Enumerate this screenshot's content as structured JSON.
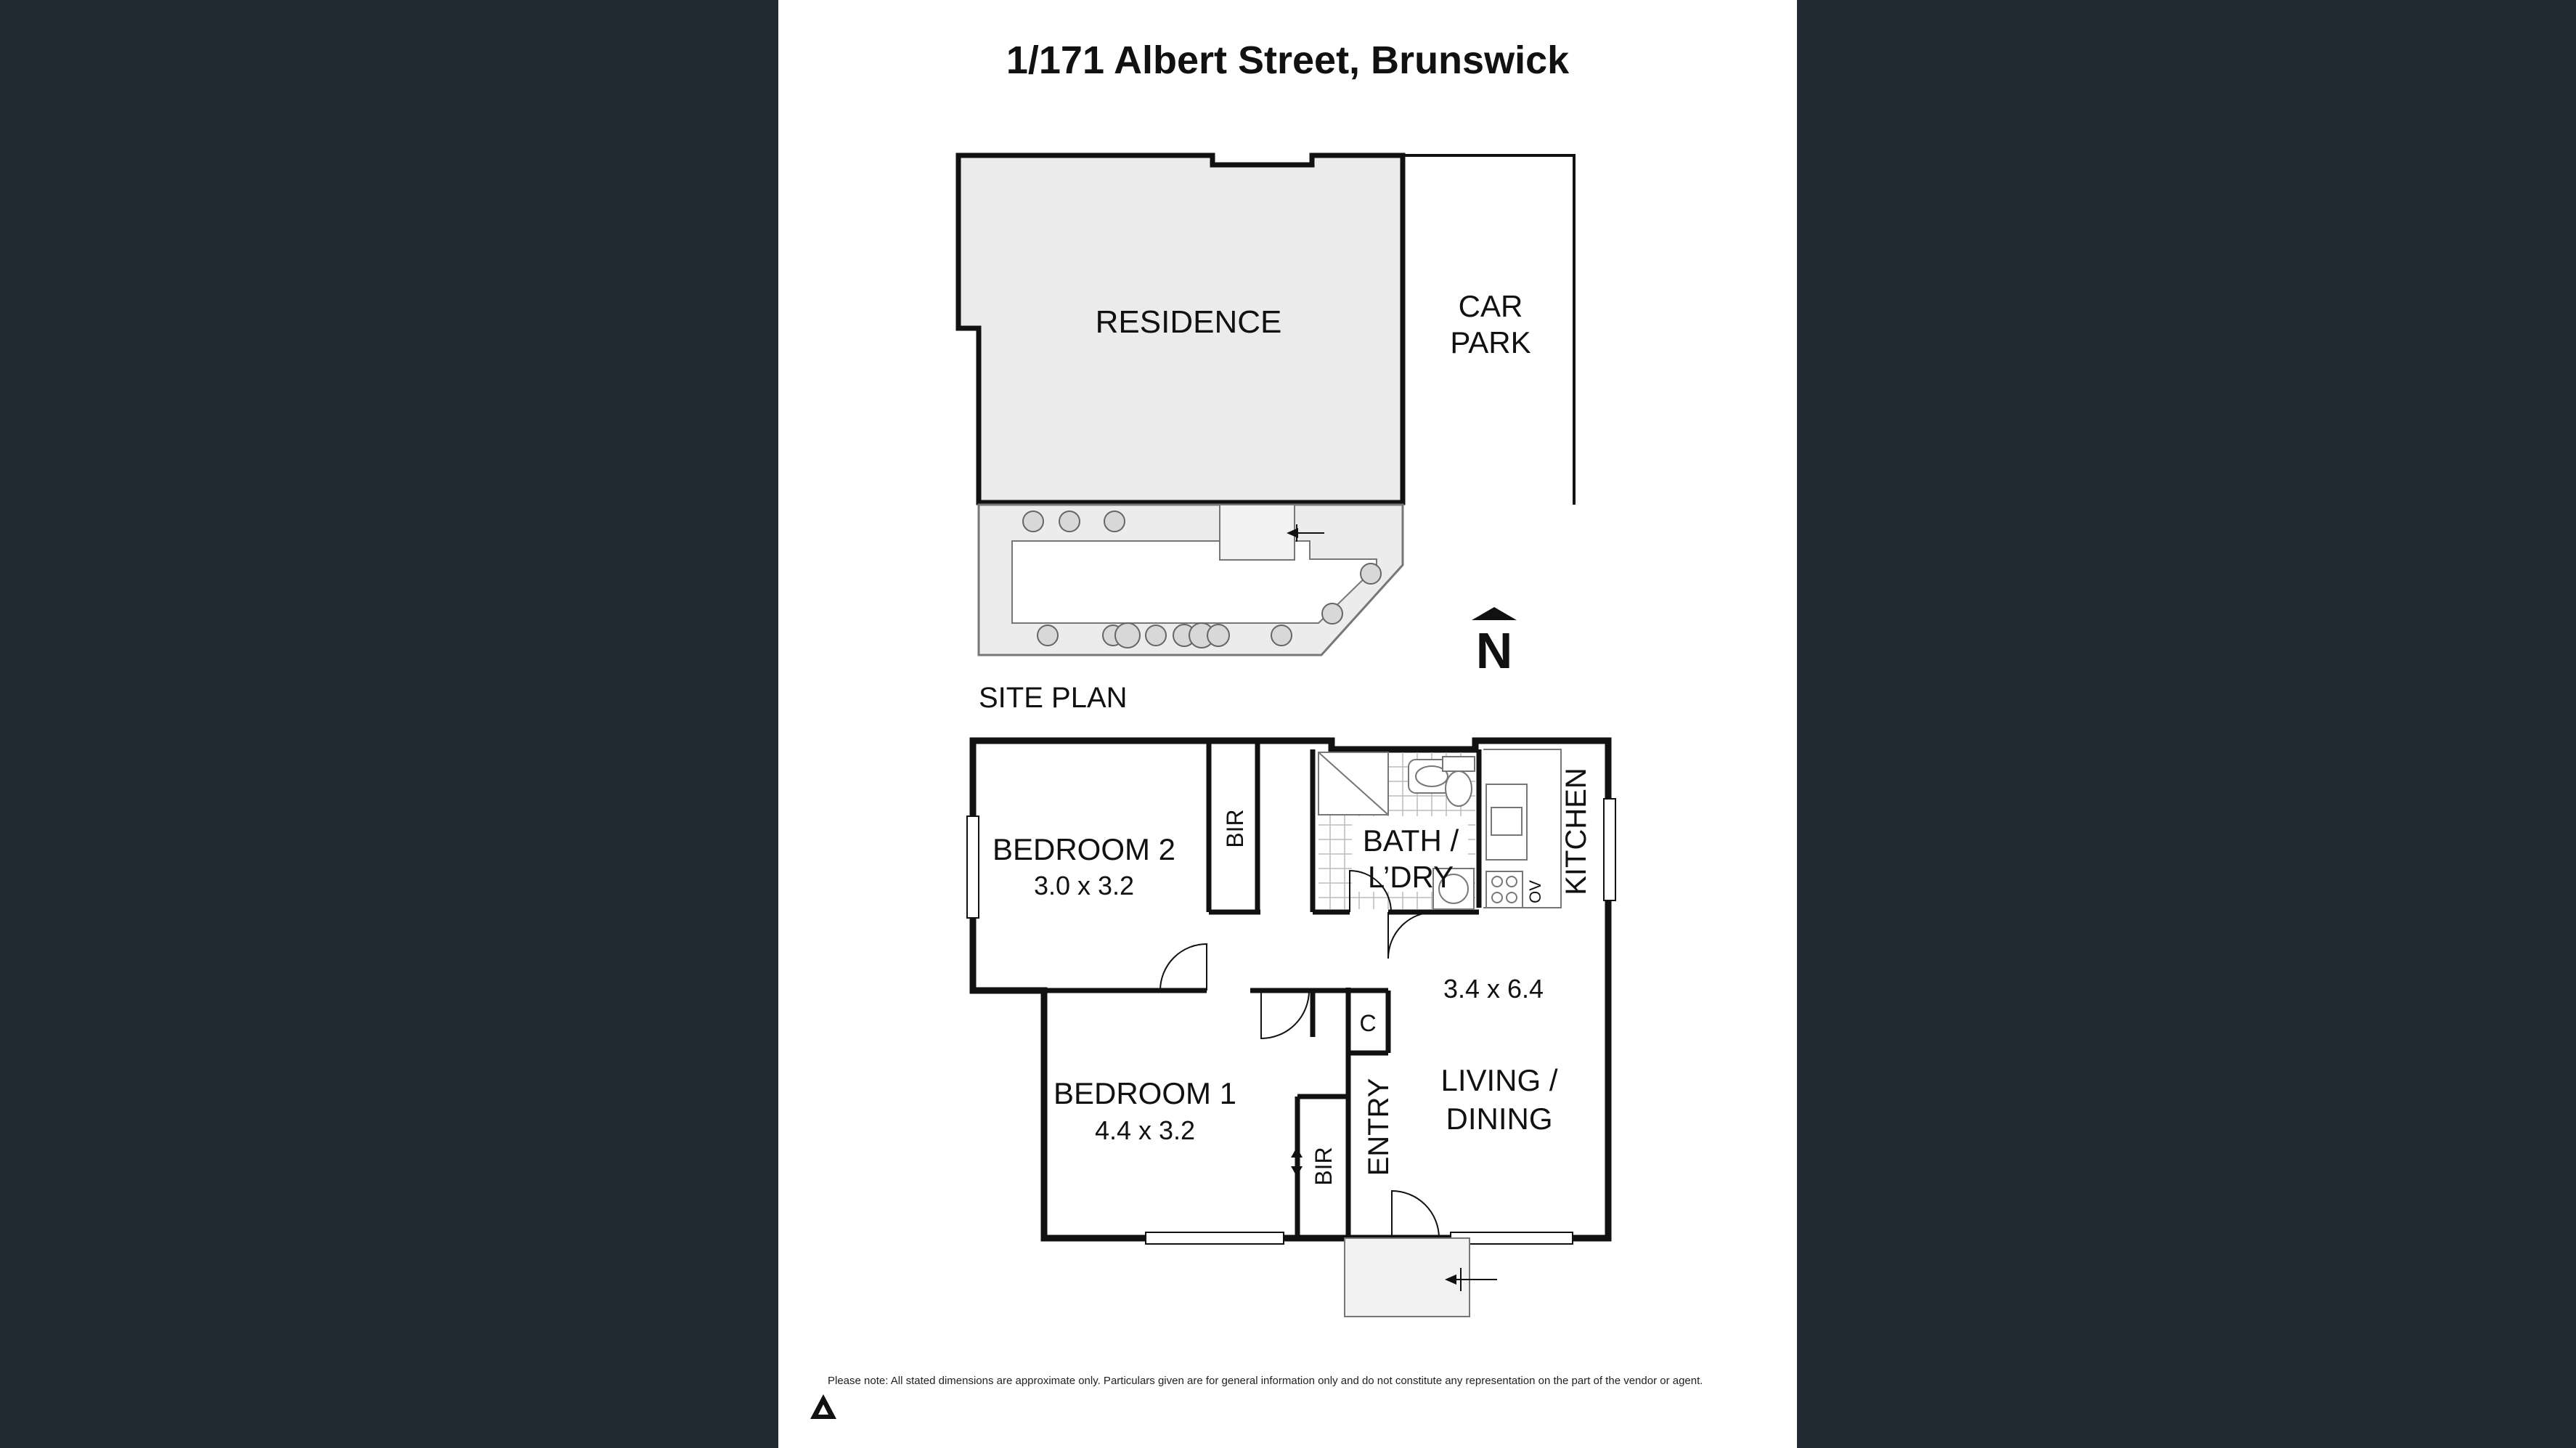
{
  "title": "1/171 Albert Street, Brunswick",
  "site_plan": {
    "label": "SITE PLAN",
    "residence": "RESIDENCE",
    "car_park_line1": "CAR",
    "car_park_line2": "PARK",
    "north": "N"
  },
  "rooms": {
    "bedroom2": {
      "name": "BEDROOM 2",
      "dims": "3.0 x 3.2"
    },
    "bedroom1": {
      "name": "BEDROOM 1",
      "dims": "4.4 x 3.2"
    },
    "bir_top": "BIR",
    "bir_bottom": "BIR",
    "bath_line1": "BATH /",
    "bath_line2": "L’DRY",
    "kitchen": "KITCHEN",
    "ov": "OV",
    "c": "C",
    "entry": "ENTRY",
    "living_dims": "3.4 x 6.4",
    "living_line1": "LIVING /",
    "living_line2": "DINING"
  },
  "disclaimer": "Please note: All stated dimensions are approximate only. Particulars given are for general information only and do not constitute any representation on the part of the vendor or agent.",
  "colors": {
    "background": "#222a33",
    "sheet": "#ffffff",
    "residence_fill": "#ebebeb",
    "garden_fill": "#ececec",
    "walls": "#111111"
  }
}
